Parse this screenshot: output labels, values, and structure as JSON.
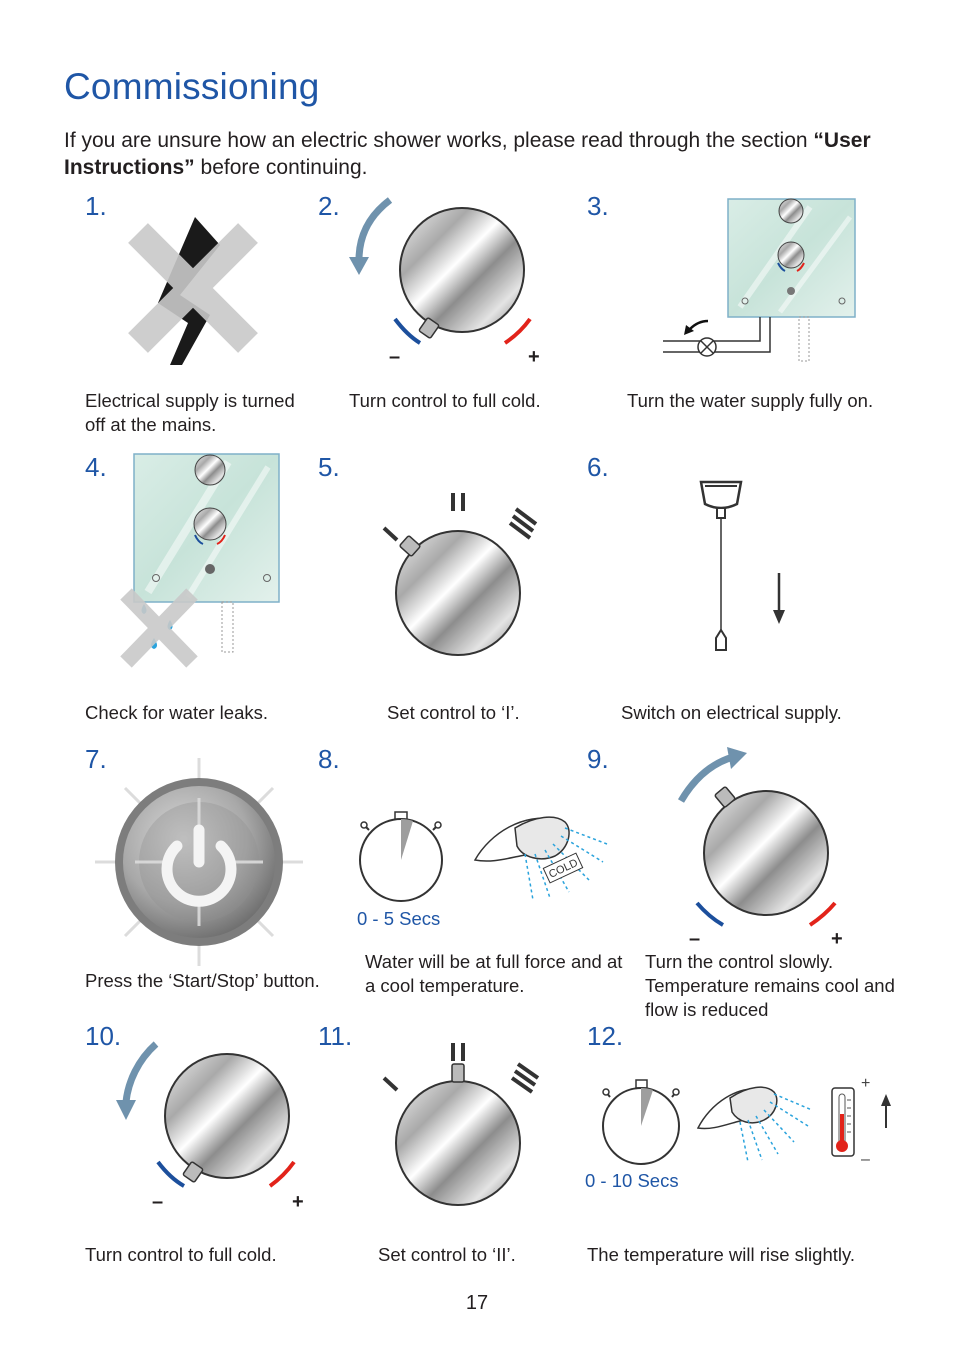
{
  "title": "Commissioning",
  "intro": {
    "text_before": "If you are unsure how an electric shower works, please read through the section ",
    "bold": "“User Instructions”",
    "text_after": " before continuing."
  },
  "steps": [
    {
      "num": "1.",
      "caption": "Electrical supply is turned off at the mains."
    },
    {
      "num": "2.",
      "caption": "Turn control to full cold."
    },
    {
      "num": "3.",
      "caption": "Turn the water supply fully on."
    },
    {
      "num": "4.",
      "caption": "Check for water leaks."
    },
    {
      "num": "5.",
      "caption": "Set control to ‘I’."
    },
    {
      "num": "6.",
      "caption": "Switch on electrical supply."
    },
    {
      "num": "7.",
      "caption": "Press the ‘Start/Stop’ button."
    },
    {
      "num": "8.",
      "caption": "Water will be at full force and at a cool temperature.",
      "timer": "0 - 5 Secs"
    },
    {
      "num": "9.",
      "caption": "Turn the control slowly. Temperature remains cool and flow is reduced"
    },
    {
      "num": "10.",
      "caption": "Turn control to full cold."
    },
    {
      "num": "11.",
      "caption": "Set control to ‘II’."
    },
    {
      "num": "12.",
      "caption": "The temperature will rise slightly.",
      "timer": "0 - 10 Secs"
    }
  ],
  "dial_labels": {
    "minus": "–",
    "plus": "+",
    "low": "I",
    "mid": "II"
  },
  "cold_label": "COLD",
  "page_number": "17",
  "colors": {
    "accent_blue": "#1f56a6",
    "cold_blue": "#1c4f9c",
    "hot_red": "#e2231a",
    "arrow_blue": "#6f92ad",
    "spray_blue": "#2aa3dc",
    "cross_grey": "#c8c8c8",
    "panel_green": "#d6ebe4"
  },
  "icons": [
    "power-off-cross-icon",
    "rotate-ccw-arrow-icon",
    "control-dial-icon",
    "shower-unit-icon",
    "water-valve-icon",
    "water-leak-cross-icon",
    "pull-cord-switch-icon",
    "start-stop-button-icon",
    "stopwatch-icon",
    "shower-head-icon",
    "rotate-cw-arrow-icon",
    "thermometer-icon"
  ]
}
